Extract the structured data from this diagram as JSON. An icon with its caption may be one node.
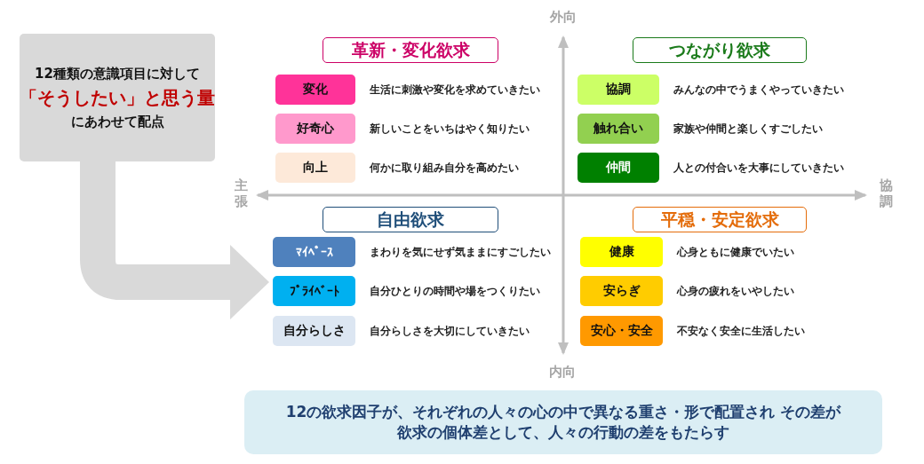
{
  "diagram": {
    "nodes": [
      {
        "text": [
          "12種類の意識項目に対して",
          "「そうしたい」と思う量",
          "にあわせて配点"
        ]
      },
      {
        "text": [
          "革新・変化欲求"
        ]
      },
      {
        "text": [
          "変化"
        ],
        "beside": [
          "生活に刺激や変化を求めていきたい"
        ]
      },
      {
        "text": [
          "好奇心"
        ],
        "beside": [
          "新しいことをいちはやく知りたい"
        ]
      },
      {
        "text": [
          "向上"
        ],
        "beside": [
          "何かに取り組み自分を高めたい"
        ]
      },
      {
        "text": [
          "つながり欲求"
        ]
      },
      {
        "text": [
          "協調"
        ],
        "beside": [
          "みんなの中でうまくやっていきたい"
        ]
      },
      {
        "text": [
          "触れ合い"
        ],
        "beside": [
          "家族や仲間と楽しくすごしたい"
        ]
      },
      {
        "text": [
          "仲間"
        ],
        "beside": [
          "人との付合いを大事にしていきたい"
        ]
      },
      {
        "text": [
          "自由欲求"
        ]
      },
      {
        "text": [
          "ﾏｲﾍﾟｰｽ"
        ],
        "beside": [
          "まわりを気にせず気ままにすごしたい"
        ]
      },
      {
        "text": [
          "ﾌﾟﾗｲﾍﾞｰﾄ"
        ],
        "beside": [
          "自分ひとりの時間や場をつくりたい"
        ]
      },
      {
        "text": [
          "自分らしさ"
        ],
        "beside": [
          "自分らしさを大切にしていきたい"
        ]
      },
      {
        "text": [
          "平穏・安定欲求"
        ]
      },
      {
        "text": [
          "健康"
        ],
        "beside": [
          "心身ともに健康でいたい"
        ]
      },
      {
        "text": [
          "安らぎ"
        ],
        "beside": [
          "心身の疲れをいやしたい"
        ]
      },
      {
        "text": [
          "安心・安全"
        ],
        "beside": [
          "不安なく安全に生活したい"
        ]
      },
      {
        "text": [
          "12の欲求因子が、それぞれの人々の心の中で異なる重さ・形で配置され その差が欲求の個体差として、人々の行動の差をもたらす"
        ]
      }
    ],
    "edges": [
      {
        "from": 0,
        "to": 10,
        "arrow": "to"
      }
    ],
    "labels": [
      "外向",
      "主張",
      "協調",
      "内向"
    ]
  }
}
